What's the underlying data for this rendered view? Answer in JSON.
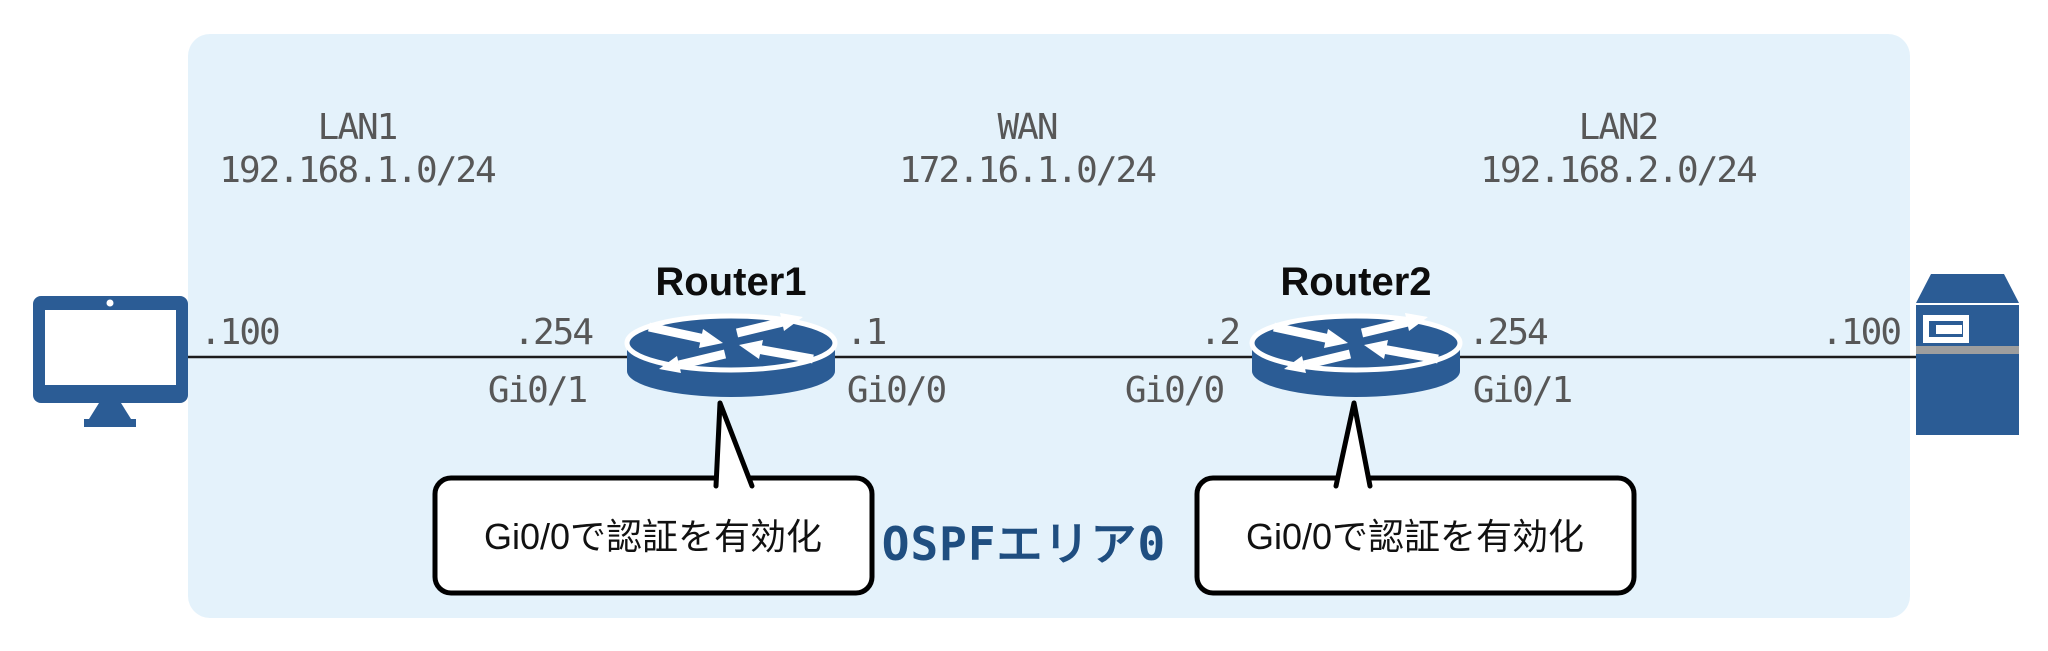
{
  "diagram": {
    "area_label": "OSPFエリア0",
    "networks": {
      "lan1": {
        "name": "LAN1",
        "subnet": "192.168.1.0/24"
      },
      "wan": {
        "name": "WAN",
        "subnet": "172.16.1.0/24"
      },
      "lan2": {
        "name": "LAN2",
        "subnet": "192.168.2.0/24"
      }
    },
    "pc": {
      "ip": ".100"
    },
    "server": {
      "ip": ".100"
    },
    "router1": {
      "name": "Router1",
      "lan_ip": ".254",
      "lan_if": "Gi0/1",
      "wan_ip": ".1",
      "wan_if": "Gi0/0"
    },
    "router2": {
      "name": "Router2",
      "wan_ip": ".2",
      "wan_if": "Gi0/0",
      "lan_ip": ".254",
      "lan_if": "Gi0/1"
    },
    "callouts": {
      "router1": {
        "text": "Gi0/0で認証を有効化"
      },
      "router2": {
        "text": "Gi0/0で認証を有効化"
      }
    },
    "colors": {
      "panel_bg": "#E4F2FB",
      "device_blue": "#2B5C95",
      "label_gray": "#575757",
      "ospf_text": "#1F4E80",
      "callout_border": "#000000",
      "server_band_gray": "#9E9E9E",
      "network_line": "#1c1c1c"
    }
  }
}
